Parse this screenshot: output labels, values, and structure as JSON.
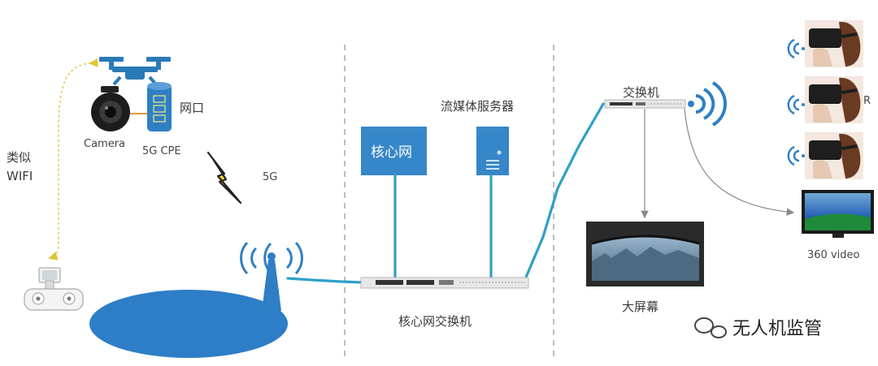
{
  "labels": {
    "camera": "Camera",
    "cpe": "5G CPE",
    "port": "网口",
    "wifi_line1": "类似",
    "wifi_line2": "WIFI",
    "signal_5g": "5G",
    "core_network": "核心网",
    "streaming_server": "流媒体服务器",
    "core_switch": "核心网交换机",
    "switch": "交换机",
    "big_screen": "大屏幕",
    "video_360": "360 video",
    "vr_fragment": "R"
  },
  "watermark": {
    "text": "无人机监管"
  },
  "colors": {
    "accent_blue": "#2f7fc4",
    "line_teal": "#2ea0c6",
    "coverage_blue": "#2d7ec7",
    "dashed_gold": "#e0c43a",
    "separator": "#9a9a9a"
  },
  "icons": [
    "drone-icon",
    "camera-icon",
    "cpe-icon",
    "lightning-icon",
    "antenna-icon",
    "remote-controller-icon",
    "server-icon",
    "wifi-signal-icon",
    "vr-headset-icon",
    "monitor-icon",
    "screen-icon",
    "wechat-icon"
  ]
}
